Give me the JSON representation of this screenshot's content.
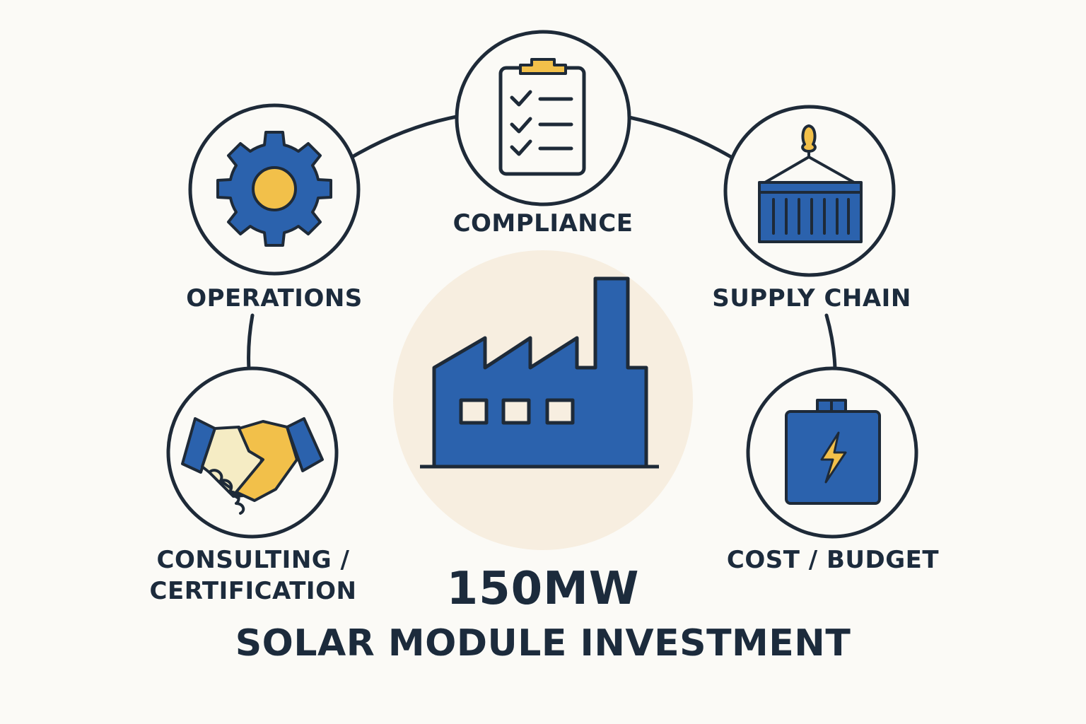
{
  "title": {
    "capacity": "150MW",
    "subject": "SOLAR MODULE INVESTMENT"
  },
  "nodes": {
    "compliance": {
      "label": "COMPLIANCE",
      "icon": "clipboard-checklist-icon"
    },
    "operations": {
      "label": "OPERATIONS",
      "icon": "gear-icon"
    },
    "supply_chain": {
      "label": "SUPPLY CHAIN",
      "icon": "shipping-container-icon"
    },
    "consulting": {
      "label_line1": "CONSULTING /",
      "label_line2": "CERTIFICATION",
      "icon": "handshake-icon"
    },
    "cost": {
      "label": "COST / BUDGET",
      "icon": "battery-icon"
    }
  },
  "center": {
    "icon": "factory-icon"
  },
  "colors": {
    "blue": "#2b62ad",
    "yellow": "#f2c04a",
    "dark": "#1c2b3c",
    "outline": "#1e2a38",
    "center_glow": "#f7eee0",
    "background": "#fbfaf6",
    "cream": "#f5ecc4"
  }
}
